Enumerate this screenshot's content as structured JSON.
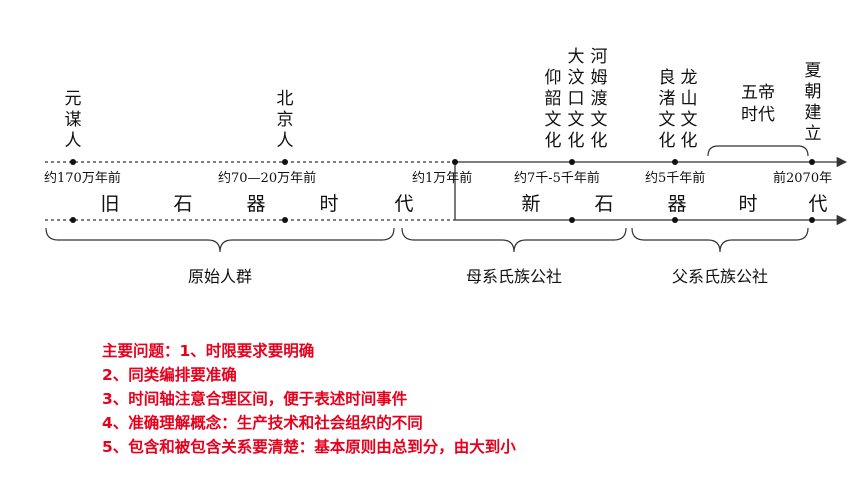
{
  "colors": {
    "ink": "#111111",
    "note": "#e8001c",
    "line": "#333333"
  },
  "events": [
    {
      "id": "yuanmouren",
      "lines": [
        "元",
        "谋",
        "人"
      ]
    },
    {
      "id": "beijingren",
      "lines": [
        "北",
        "京",
        "人"
      ]
    },
    {
      "id": "yangshao",
      "lines": [
        "仰",
        "韶",
        "文",
        "化"
      ]
    },
    {
      "id": "dawenkou",
      "lines": [
        "大",
        "汶",
        "口",
        "文",
        "化"
      ]
    },
    {
      "id": "hemudu",
      "lines": [
        "河",
        "姆",
        "渡",
        "文",
        "化"
      ]
    },
    {
      "id": "liangzhu",
      "lines": [
        "良",
        "渚",
        "文",
        "化"
      ]
    },
    {
      "id": "longshan",
      "lines": [
        "龙",
        "山",
        "文",
        "化"
      ]
    },
    {
      "id": "xia",
      "lines": [
        "夏",
        "朝",
        "建",
        "立"
      ]
    }
  ],
  "wudi": {
    "lines": [
      "五帝",
      "时代"
    ]
  },
  "ticks": [
    "约170万年前",
    "约70—20万年前",
    "约1万年前",
    "约7千-5千年前",
    "约5千年前",
    "前2070年"
  ],
  "eras": {
    "paleolithic": [
      "旧",
      "石",
      "器",
      "时",
      "代"
    ],
    "neolithic": [
      "新",
      "石",
      "器",
      "时",
      "代"
    ]
  },
  "groups": [
    "原始人群",
    "母系氏族公社",
    "父系氏族公社"
  ],
  "notes": [
    "主要问题：1、时限要求要明确",
    "2、同类编排要准确",
    "3、时间轴注意合理区间，便于表述时间事件",
    "4、准确理解概念：生产技术和社会组织的不同",
    "5、包含和被包含关系要清楚：基本原则由总到分，由大到小"
  ]
}
